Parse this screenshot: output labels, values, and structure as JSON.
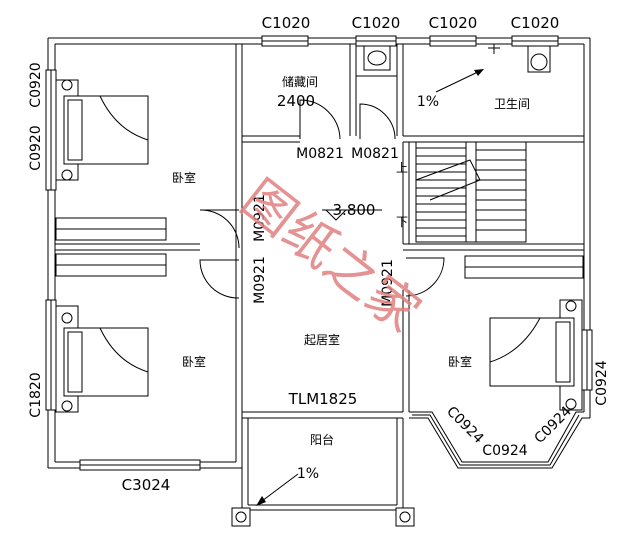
{
  "window_labels": {
    "top_1": "C1020",
    "top_2": "C1020",
    "top_3": "C1020",
    "top_4": "C1020",
    "left_top": "C0920",
    "left_mid": "C0920",
    "left_bottom": "C1820",
    "bottom_left": "C3024",
    "bay_left": "C0924",
    "bay_bottom": "C0924",
    "bay_right": "C0924",
    "right_side": "C0924"
  },
  "door_labels": {
    "storage_door": "M0821",
    "bath_door": "M0821",
    "bedroom1_door": "M0921",
    "bedroom2_door": "M0921",
    "bedroom3_door": "M0921",
    "balcony_door": "TLM1825"
  },
  "rooms": {
    "storage": "储藏间",
    "bathroom": "卫生间",
    "bedroom_top_left": "卧室",
    "bedroom_bottom_left": "卧室",
    "bedroom_right": "卧室",
    "living": "起居室",
    "balcony": "阳台"
  },
  "dimensions": {
    "storage_width": "2400",
    "floor_elevation": "3.800",
    "bath_slope": "1%",
    "balcony_slope": "1%"
  },
  "stair_labels": {
    "up": "上",
    "down": "下"
  },
  "watermark": "图纸之家"
}
